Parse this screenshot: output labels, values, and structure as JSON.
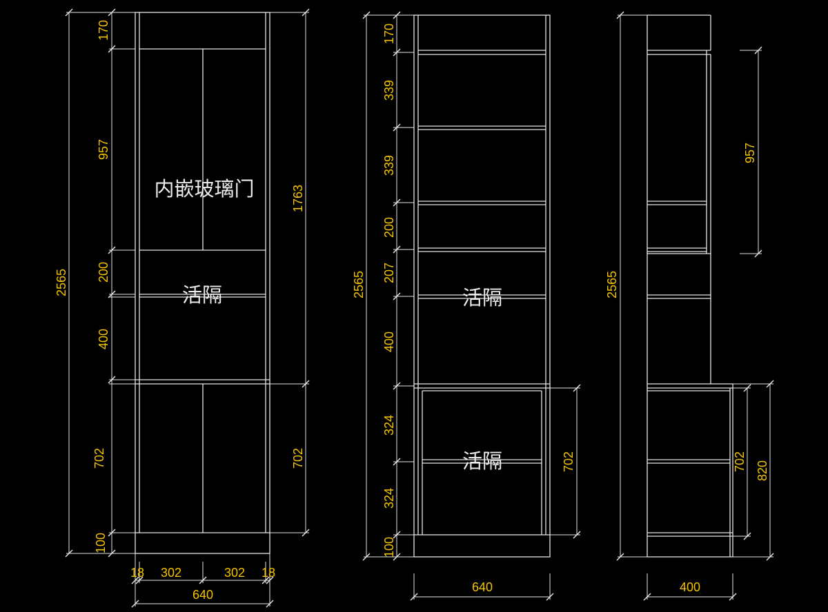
{
  "labels": {
    "glass_door": "内嵌玻璃门",
    "adjustable_shelf": "活隔"
  },
  "colors": {
    "background": "#000000",
    "line": "#e8e8e8",
    "dimension_text": "#f5c400"
  },
  "front_view": {
    "dims_left": [
      "170",
      "957",
      "200",
      "400",
      "702",
      "100"
    ],
    "total_height": "2565",
    "dims_right": [
      "1763",
      "702"
    ],
    "dims_bottom": [
      "18",
      "302",
      "302",
      "18"
    ],
    "total_width": "640"
  },
  "section_view": {
    "dims_left": [
      "170",
      "339",
      "339",
      "200",
      "207",
      "400",
      "324",
      "324",
      "100"
    ],
    "total_height": "2565",
    "dim_right": "702",
    "total_width": "640"
  },
  "side_view": {
    "total_height": "2565",
    "dim_upper": "957",
    "dim_lower": "702",
    "dim_lower_total": "820",
    "total_width": "400"
  }
}
